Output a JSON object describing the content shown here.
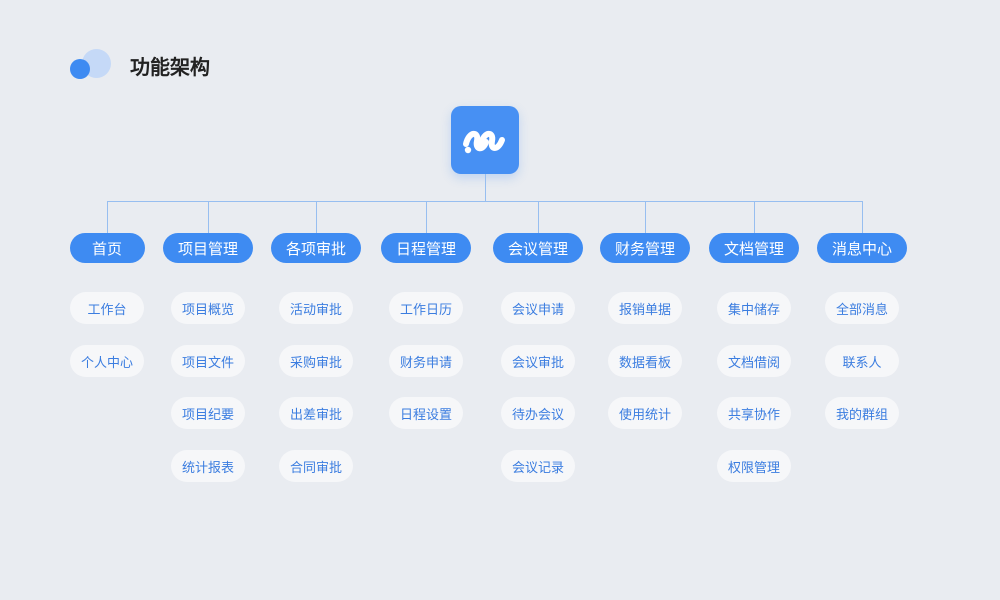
{
  "header": {
    "title": "功能架构"
  },
  "logo": {
    "icon": "brand-logo-icon"
  },
  "colors": {
    "background": "#E9ECF1",
    "primary": "#3E8BF2",
    "item_background": "#F6F7F9",
    "item_text": "#3B7DE0",
    "connector": "#97BEF0"
  },
  "categories": [
    {
      "label": "首页",
      "items": [
        "工作台",
        "个人中心"
      ]
    },
    {
      "label": "项目管理",
      "items": [
        "项目概览",
        "项目文件",
        "项目纪要",
        "统计报表"
      ]
    },
    {
      "label": "各项审批",
      "items": [
        "活动审批",
        "采购审批",
        "出差审批",
        "合同审批"
      ]
    },
    {
      "label": "日程管理",
      "items": [
        "工作日历",
        "财务申请",
        "日程设置"
      ]
    },
    {
      "label": "会议管理",
      "items": [
        "会议申请",
        "会议审批",
        "待办会议",
        "会议记录"
      ]
    },
    {
      "label": "财务管理",
      "items": [
        "报销单据",
        "数据看板",
        "使用统计"
      ]
    },
    {
      "label": "文档管理",
      "items": [
        "集中储存",
        "文档借阅",
        "共享协作",
        "权限管理"
      ]
    },
    {
      "label": "消息中心",
      "items": [
        "全部消息",
        "联系人",
        "我的群组"
      ]
    }
  ]
}
